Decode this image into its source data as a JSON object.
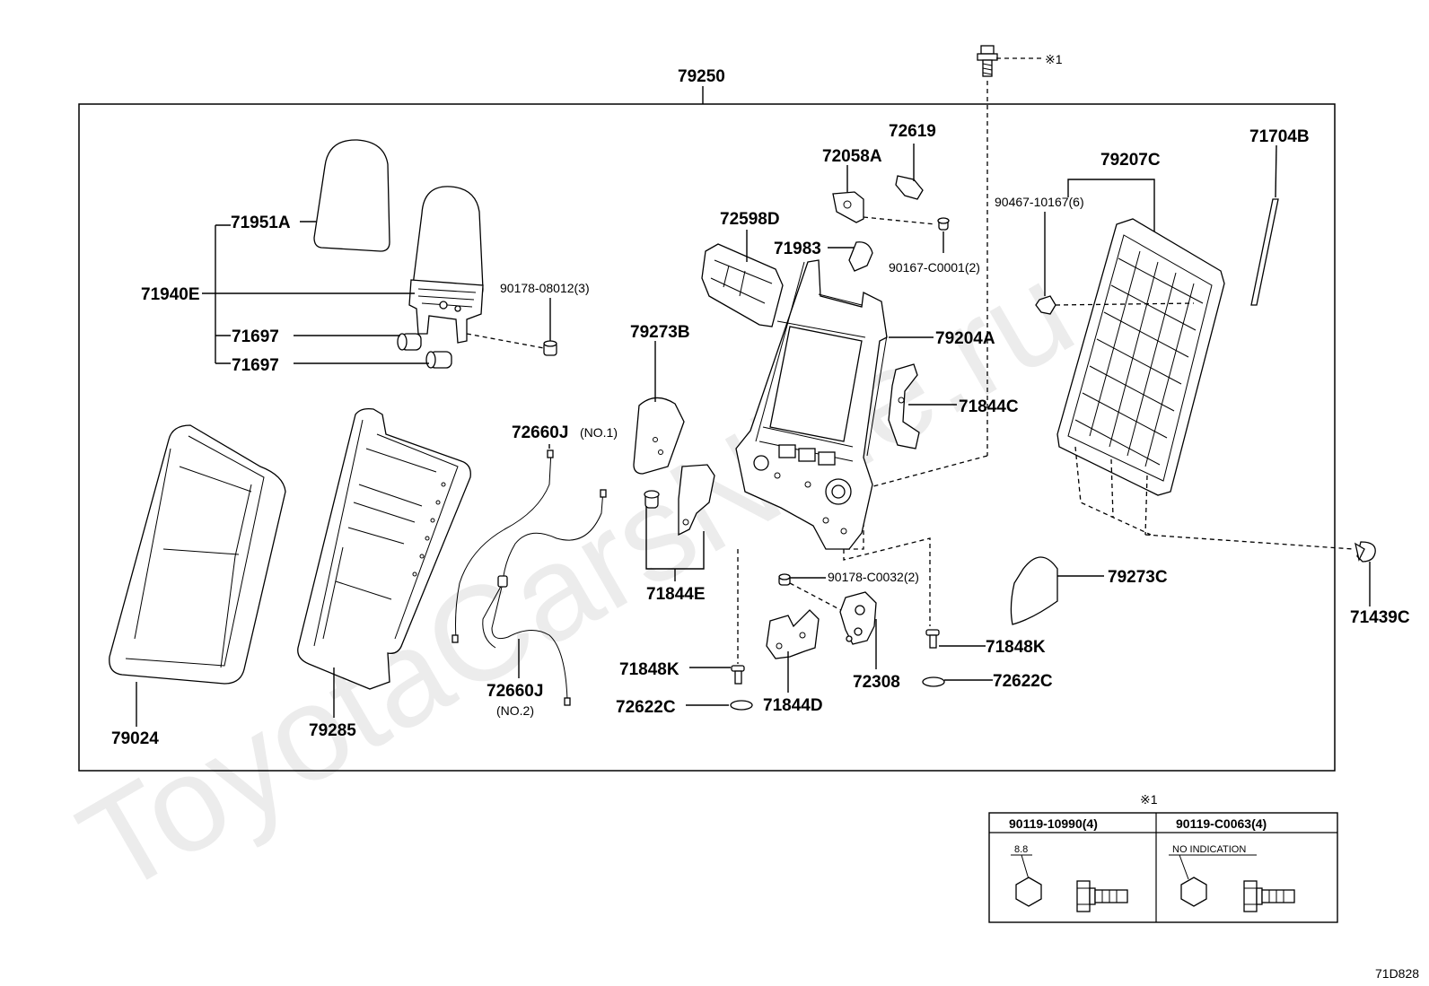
{
  "watermark": "ToyotaCarsNine.ru",
  "figure_code": "71D828",
  "assembly": "79250",
  "labels": {
    "p71951A": "71951A",
    "p71940E": "71940E",
    "p71697a": "71697",
    "p71697b": "71697",
    "p90178_08012": "90178-08012(3)",
    "p79024": "79024",
    "p79285": "79285",
    "p72660J_1": "72660J",
    "p72660J_1_note": "(NO.1)",
    "p72660J_2": "72660J",
    "p72660J_2_note": "(NO.2)",
    "p79273B": "79273B",
    "p71844E": "71844E",
    "p72598D": "72598D",
    "p72058A": "72058A",
    "p72619": "72619",
    "p71983": "71983",
    "p90167_C0001": "90167-C0001(2)",
    "p79204A": "79204A",
    "p71844C": "71844C",
    "p79207C": "79207C",
    "p90467_10167": "90467-10167(6)",
    "p71704B": "71704B",
    "p71439C": "71439C",
    "p79273C": "79273C",
    "p90178_C0032": "90178-C0032(2)",
    "p71848K_r": "71848K",
    "p72622C_r": "72622C",
    "p72308": "72308",
    "p71844D": "71844D",
    "p71848K_l": "71848K",
    "p72622C_l": "72622C",
    "ref1_top": "※1"
  },
  "legend": {
    "ref_mark": "※1",
    "col1_header": "90119-10990(4)",
    "col1_note": "8.8",
    "col2_header": "90119-C0063(4)",
    "col2_note": "NO INDICATION"
  }
}
